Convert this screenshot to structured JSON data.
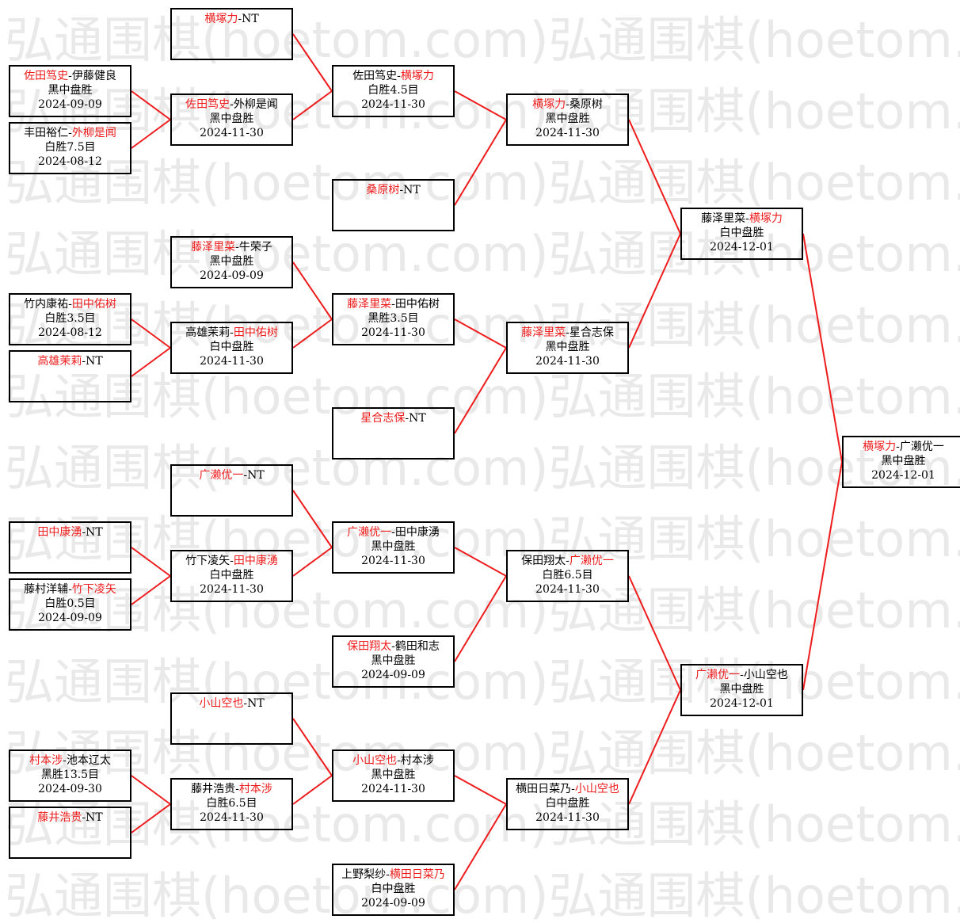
{
  "watermark": "弘通围棋(hoetom.com)",
  "colors": {
    "winner": "#ee1c1c",
    "line": "#ee1c1c",
    "border": "#000000",
    "watermark": "#e9e9e9"
  },
  "matches": [
    {
      "id": "r1a",
      "p1": "佐田笃史",
      "p2": "伊藤健良",
      "winner": 1,
      "result": "黑中盘胜",
      "date": "2024-09-09"
    },
    {
      "id": "r1b",
      "p1": "丰田裕仁",
      "p2": "外柳是闻",
      "winner": 2,
      "result": "白胜7.5目",
      "date": "2024-08-12"
    },
    {
      "id": "r1c",
      "p1": "竹内康祐",
      "p2": "田中佑树",
      "winner": 2,
      "result": "白胜3.5目",
      "date": "2024-08-12"
    },
    {
      "id": "r1d",
      "p1": "高雄茉莉",
      "p2": "NT",
      "winner": 1,
      "result": "",
      "date": ""
    },
    {
      "id": "r1e",
      "p1": "田中康湧",
      "p2": "NT",
      "winner": 1,
      "result": "",
      "date": ""
    },
    {
      "id": "r1f",
      "p1": "藤村洋辅",
      "p2": "竹下凌矢",
      "winner": 2,
      "result": "白胜0.5目",
      "date": "2024-09-09"
    },
    {
      "id": "r1g",
      "p1": "村本涉",
      "p2": "池本辽太",
      "winner": 1,
      "result": "黑胜13.5目",
      "date": "2024-09-30"
    },
    {
      "id": "r1h",
      "p1": "藤井浩贵",
      "p2": "NT",
      "winner": 1,
      "result": "",
      "date": ""
    },
    {
      "id": "r2a",
      "p1": "横塚力",
      "p2": "NT",
      "winner": 1,
      "result": "",
      "date": ""
    },
    {
      "id": "r2b",
      "p1": "佐田笃史",
      "p2": "外柳是闻",
      "winner": 1,
      "result": "黑中盘胜",
      "date": "2024-11-30"
    },
    {
      "id": "r2c",
      "p1": "藤泽里菜",
      "p2": "牛荣子",
      "winner": 1,
      "result": "黑中盘胜",
      "date": "2024-09-09"
    },
    {
      "id": "r2d",
      "p1": "高雄茉莉",
      "p2": "田中佑树",
      "winner": 2,
      "result": "白中盘胜",
      "date": "2024-11-30"
    },
    {
      "id": "r2e",
      "p1": "广濑优一",
      "p2": "NT",
      "winner": 1,
      "result": "",
      "date": ""
    },
    {
      "id": "r2f",
      "p1": "竹下凌矢",
      "p2": "田中康湧",
      "winner": 2,
      "result": "白中盘胜",
      "date": "2024-11-30"
    },
    {
      "id": "r2g",
      "p1": "小山空也",
      "p2": "NT",
      "winner": 1,
      "result": "",
      "date": ""
    },
    {
      "id": "r2h",
      "p1": "藤井浩贵",
      "p2": "村本涉",
      "winner": 2,
      "result": "白胜6.5目",
      "date": "2024-11-30"
    },
    {
      "id": "r3a",
      "p1": "佐田笃史",
      "p2": "横塚力",
      "winner": 2,
      "result": "白胜4.5目",
      "date": "2024-11-30"
    },
    {
      "id": "r3b",
      "p1": "桑原树",
      "p2": "NT",
      "winner": 1,
      "result": "",
      "date": ""
    },
    {
      "id": "r3c",
      "p1": "藤泽里菜",
      "p2": "田中佑树",
      "winner": 1,
      "result": "黑胜3.5目",
      "date": "2024-11-30"
    },
    {
      "id": "r3d",
      "p1": "星合志保",
      "p2": "NT",
      "winner": 1,
      "result": "",
      "date": ""
    },
    {
      "id": "r3e",
      "p1": "广濑优一",
      "p2": "田中康湧",
      "winner": 1,
      "result": "黑中盘胜",
      "date": "2024-11-30"
    },
    {
      "id": "r3f",
      "p1": "保田翔太",
      "p2": "鹤田和志",
      "winner": 1,
      "result": "黑中盘胜",
      "date": "2024-09-09"
    },
    {
      "id": "r3g",
      "p1": "小山空也",
      "p2": "村本涉",
      "winner": 1,
      "result": "黑中盘胜",
      "date": "2024-11-30"
    },
    {
      "id": "r3h",
      "p1": "上野梨纱",
      "p2": "横田日菜乃",
      "winner": 2,
      "result": "白中盘胜",
      "date": "2024-09-09"
    },
    {
      "id": "r4a",
      "p1": "横塚力",
      "p2": "桑原树",
      "winner": 1,
      "result": "黑中盘胜",
      "date": "2024-11-30"
    },
    {
      "id": "r4b",
      "p1": "藤泽里菜",
      "p2": "星合志保",
      "winner": 1,
      "result": "黑中盘胜",
      "date": "2024-11-30"
    },
    {
      "id": "r4c",
      "p1": "保田翔太",
      "p2": "广濑优一",
      "winner": 2,
      "result": "白胜6.5目",
      "date": "2024-11-30"
    },
    {
      "id": "r4d",
      "p1": "横田日菜乃",
      "p2": "小山空也",
      "winner": 2,
      "result": "白中盘胜",
      "date": "2024-11-30"
    },
    {
      "id": "r5a",
      "p1": "藤泽里菜",
      "p2": "横塚力",
      "winner": 2,
      "result": "白中盘胜",
      "date": "2024-12-01"
    },
    {
      "id": "r5b",
      "p1": "广濑优一",
      "p2": "小山空也",
      "winner": 1,
      "result": "黑中盘胜",
      "date": "2024-12-01"
    },
    {
      "id": "final",
      "p1": "横塚力",
      "p2": "广濑优一",
      "winner": 1,
      "result": "黑中盘胜",
      "date": "2024-12-01"
    }
  ]
}
